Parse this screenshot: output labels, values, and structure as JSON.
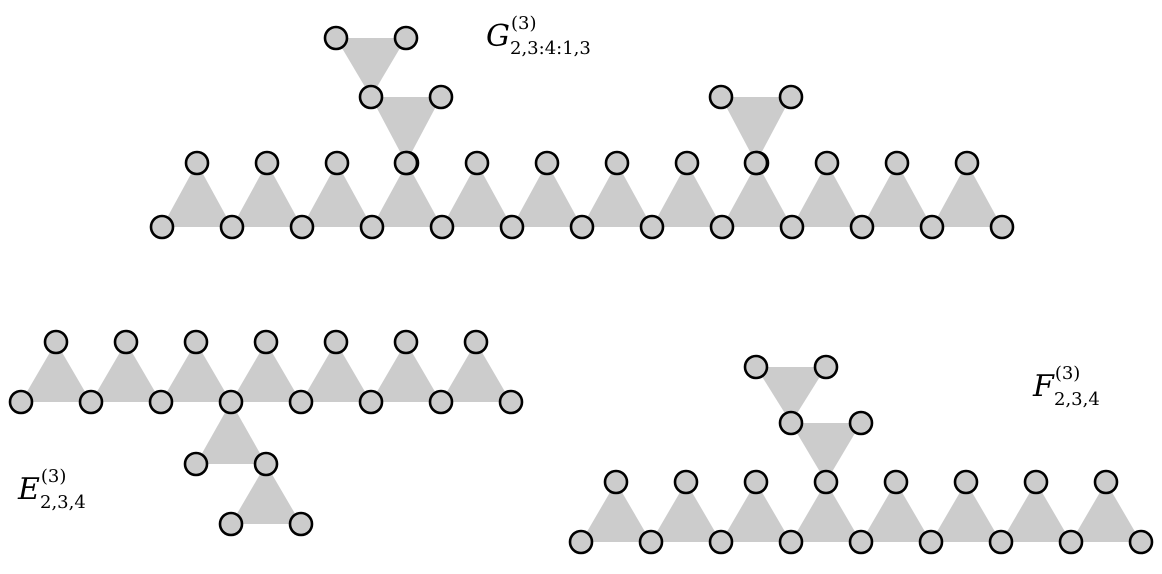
{
  "colors": {
    "edge_fill": "#cccccc",
    "vertex_fill": "#cccccc",
    "vertex_stroke": "#000000",
    "background": "#ffffff"
  },
  "hypergraphs": [
    {
      "id": "G",
      "label": {
        "letter": "G",
        "superscript": "(3)",
        "subscript": "2,3:4:1,3"
      },
      "description": "linear path of 12 triangular 3-edges with pendant paths of length 2 and 1"
    },
    {
      "id": "E",
      "label": {
        "letter": "E",
        "superscript": "(3)",
        "subscript": "2,3,4"
      },
      "description": "linear path of 7 triangular 3-edges with a downward pendant path of length 2"
    },
    {
      "id": "F",
      "label": {
        "letter": "F",
        "superscript": "(3)",
        "subscript": "2,3,4"
      },
      "description": "linear path of 8 triangular 3-edges with an upward pendant path of length 2"
    }
  ]
}
